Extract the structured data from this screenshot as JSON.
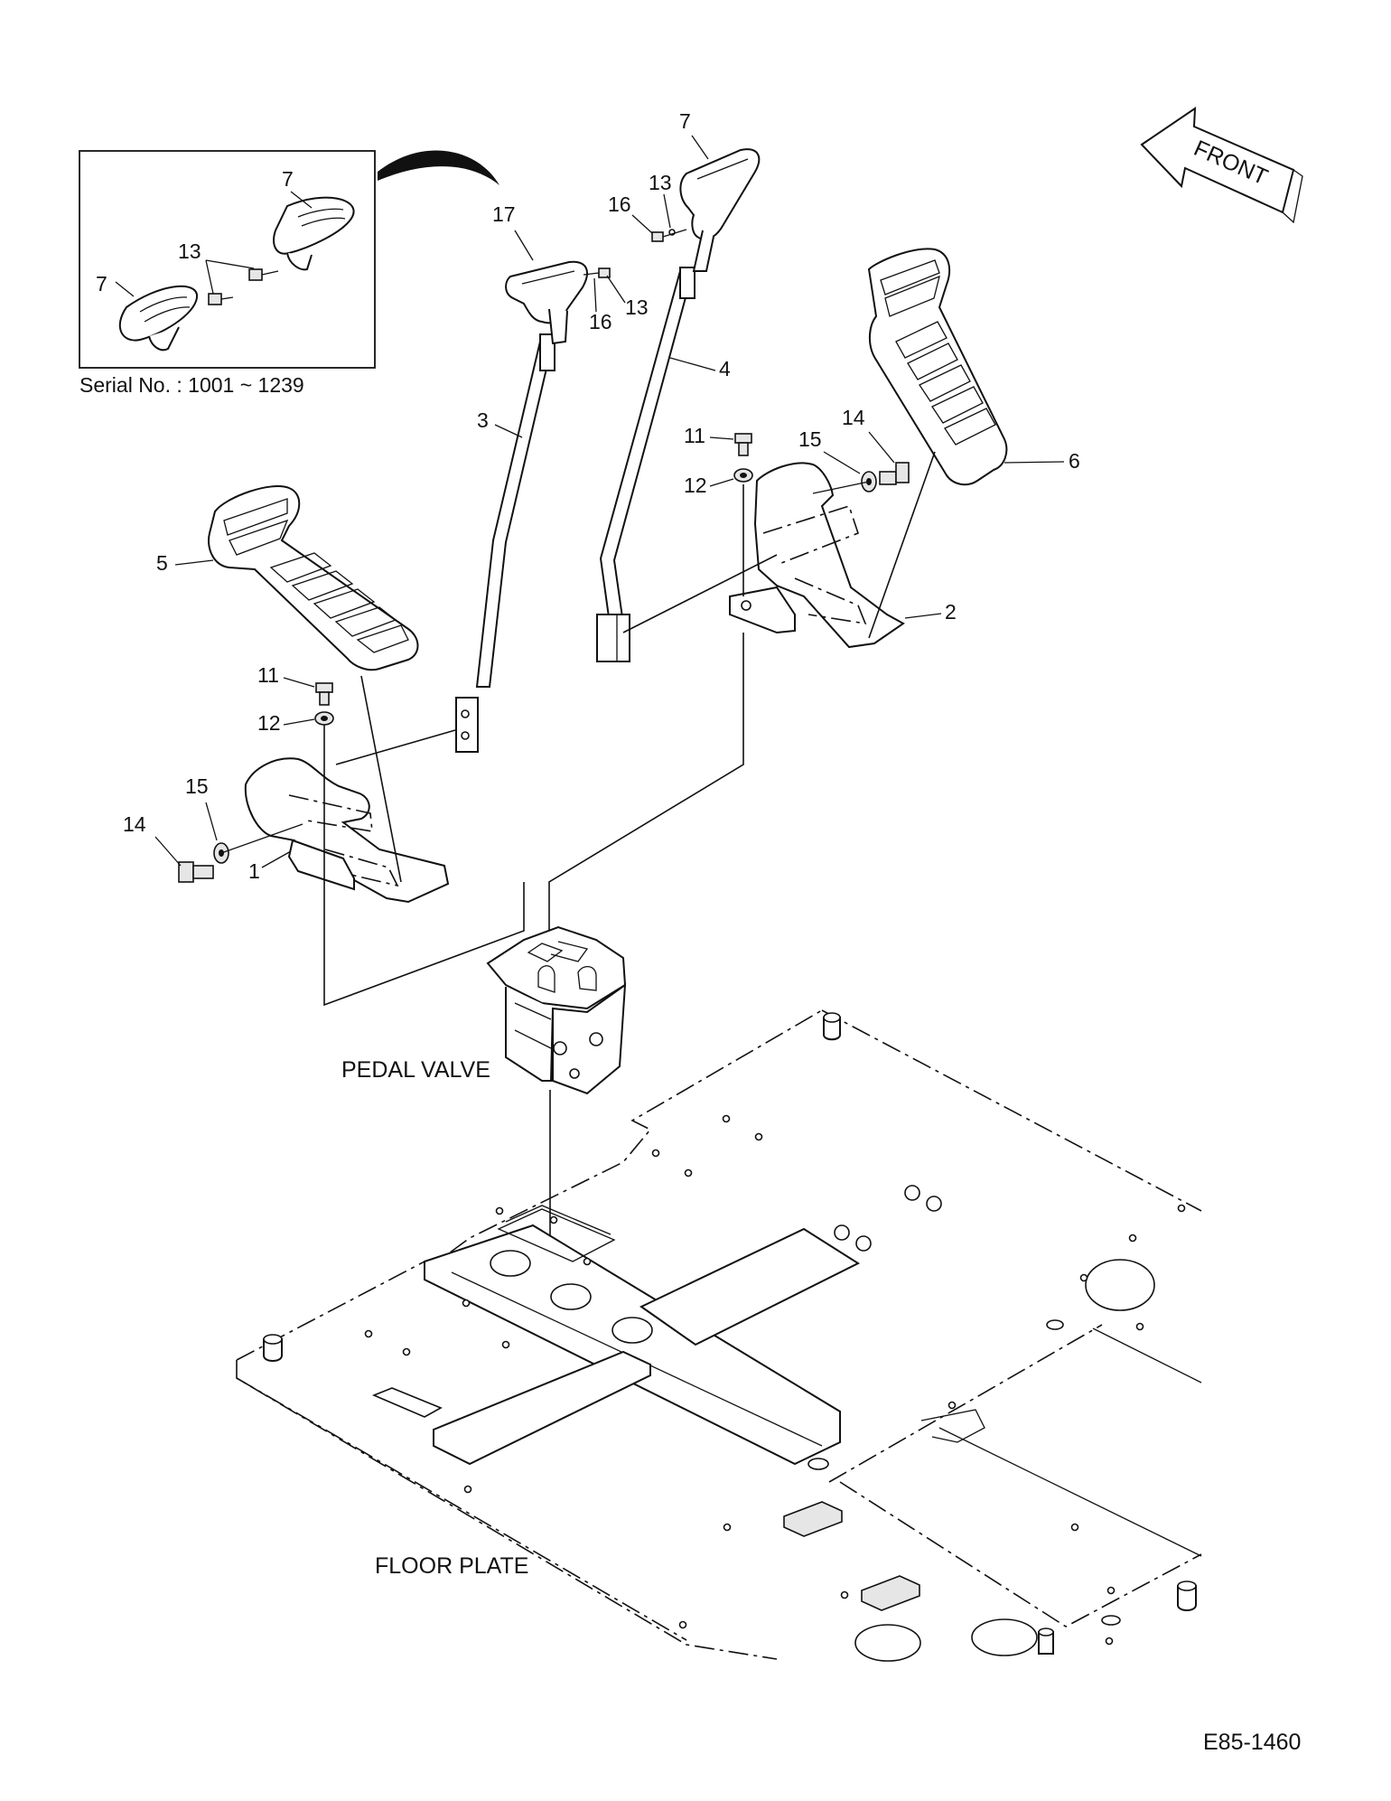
{
  "inset": {
    "serial_label": "Serial No. : 1001 ~ 1239"
  },
  "front_label": "FRONT",
  "callouts": {
    "inset_knob_right": "7",
    "inset_screw": "13",
    "inset_knob_left": "7",
    "knob_17": "17",
    "screw_16_left": "16",
    "screw_13_left": "13",
    "knob_7_top": "7",
    "screw_13_top": "13",
    "screw_16_top": "16",
    "lever_4": "4",
    "lever_3": "3",
    "bolt_11_right": "11",
    "washer_12_right": "12",
    "washer_15_right": "15",
    "bolt_14_right": "14",
    "pedal_pad_6": "6",
    "pedal_bracket_2": "2",
    "pedal_pad_5": "5",
    "bolt_11_left": "11",
    "washer_12_left": "12",
    "washer_15_left": "15",
    "bolt_14_left": "14",
    "pedal_bracket_1": "1"
  },
  "pedal_valve_label": "PEDAL VALVE",
  "floor_plate_label": "FLOOR PLATE",
  "drawing_number": "E85-1460"
}
